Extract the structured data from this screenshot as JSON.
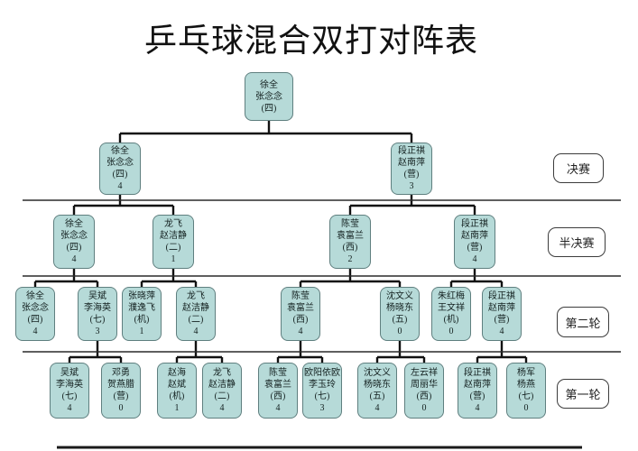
{
  "title": "乒乓球混合双打对阵表",
  "colors": {
    "box_fill": "#b6dad8",
    "box_border": "#5f7f7f",
    "connector": "#111111"
  },
  "round_labels": [
    "决赛",
    "半决赛",
    "第二轮",
    "第一轮"
  ],
  "bracket": {
    "champion": {
      "p1": "徐全",
      "p2": "张念念",
      "seed": "(四)"
    },
    "final": [
      {
        "p1": "徐全",
        "p2": "张念念",
        "seed": "(四)",
        "score": "4"
      },
      {
        "p1": "段正祺",
        "p2": "赵南萍",
        "seed": "(营)",
        "score": "3"
      }
    ],
    "semifinal": [
      {
        "p1": "徐全",
        "p2": "张念念",
        "seed": "(四)",
        "score": "4"
      },
      {
        "p1": "龙飞",
        "p2": "赵洁静",
        "seed": "(二)",
        "score": "1"
      },
      {
        "p1": "陈莹",
        "p2": "袁富兰",
        "seed": "(西)",
        "score": "2"
      },
      {
        "p1": "段正祺",
        "p2": "赵南萍",
        "seed": "(营)",
        "score": "4"
      }
    ],
    "round2": [
      {
        "p1": "徐全",
        "p2": "张念念",
        "seed": "(四)",
        "score": "4"
      },
      {
        "p1": "吴斌",
        "p2": "李海英",
        "seed": "(七)",
        "score": "3"
      },
      {
        "p1": "张晓萍",
        "p2": "濮逸飞",
        "seed": "(机)",
        "score": "1"
      },
      {
        "p1": "龙飞",
        "p2": "赵洁静",
        "seed": "(二)",
        "score": "4"
      },
      {
        "p1": "陈莹",
        "p2": "袁富兰",
        "seed": "(西)",
        "score": "4"
      },
      {
        "p1": "沈文义",
        "p2": "杨晓东",
        "seed": "(五)",
        "score": "0"
      },
      {
        "p1": "朱红梅",
        "p2": "王文祥",
        "seed": "(机)",
        "score": "0"
      },
      {
        "p1": "段正祺",
        "p2": "赵南萍",
        "seed": "(营)",
        "score": "4"
      }
    ],
    "round1": [
      {
        "p1": "吴斌",
        "p2": "李海英",
        "seed": "(七)",
        "score": "4"
      },
      {
        "p1": "邓勇",
        "p2": "贺燕腊",
        "seed": "(营)",
        "score": "0"
      },
      {
        "p1": "赵海",
        "p2": "赵斌",
        "seed": "(机)",
        "score": "1"
      },
      {
        "p1": "龙飞",
        "p2": "赵洁静",
        "seed": "(二)",
        "score": "4"
      },
      {
        "p1": "陈莹",
        "p2": "袁富兰",
        "seed": "(西)",
        "score": "4"
      },
      {
        "p1": "欧阳依欧",
        "p2": "李玉玲",
        "seed": "(七)",
        "score": "3"
      },
      {
        "p1": "沈文义",
        "p2": "杨晓东",
        "seed": "(五)",
        "score": "4"
      },
      {
        "p1": "左云祥",
        "p2": "周丽华",
        "seed": "(西)",
        "score": "0"
      },
      {
        "p1": "段正祺",
        "p2": "赵南萍",
        "seed": "(营)",
        "score": "4"
      },
      {
        "p1": "杨军",
        "p2": "杨燕",
        "seed": "(七)",
        "score": "0"
      }
    ]
  }
}
